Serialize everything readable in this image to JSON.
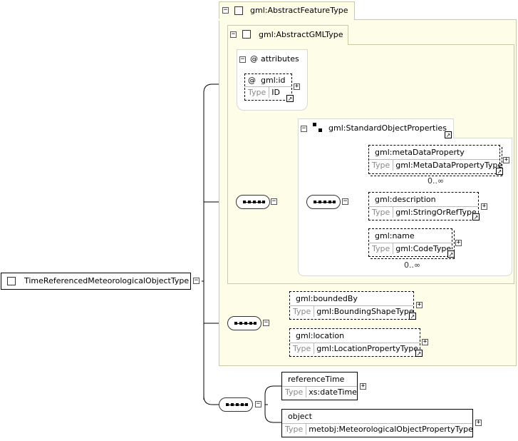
{
  "root": {
    "label": "TimeReferencedMeteorologicalObjectType"
  },
  "abstract_feature": {
    "label": "gml:AbstractFeatureType"
  },
  "abstract_gml": {
    "label": "gml:AbstractGMLType"
  },
  "attributes": {
    "label": "attributes",
    "at": "@",
    "id": {
      "name": "gml:id",
      "type_key": "Type",
      "type": "ID"
    }
  },
  "standard_props": {
    "label": "gml:StandardObjectProperties"
  },
  "elements": {
    "metaDataProperty": {
      "name": "gml:metaDataProperty",
      "type_key": "Type",
      "type": "gml:MetaDataPropertyType",
      "card": "0..∞"
    },
    "description": {
      "name": "gml:description",
      "type_key": "Type",
      "type": "gml:StringOrRefType"
    },
    "name": {
      "name": "gml:name",
      "type_key": "Type",
      "type": "gml:CodeType",
      "card": "0..∞"
    },
    "boundedBy": {
      "name": "gml:boundedBy",
      "type_key": "Type",
      "type": "gml:BoundingShapeType"
    },
    "location": {
      "name": "gml:location",
      "type_key": "Type",
      "type": "gml:LocationPropertyType"
    },
    "referenceTime": {
      "name": "referenceTime",
      "type_key": "Type",
      "type": "xs:dateTime"
    },
    "object": {
      "name": "object",
      "type_key": "Type",
      "type": "metobj:MeteorologicalObjectPropertyType"
    }
  },
  "glyphs": {
    "minus": "−",
    "plus": "+",
    "ext": "↗"
  },
  "colors": {
    "panel": "#fdfde8",
    "panel_border": "#c9c9a8"
  }
}
